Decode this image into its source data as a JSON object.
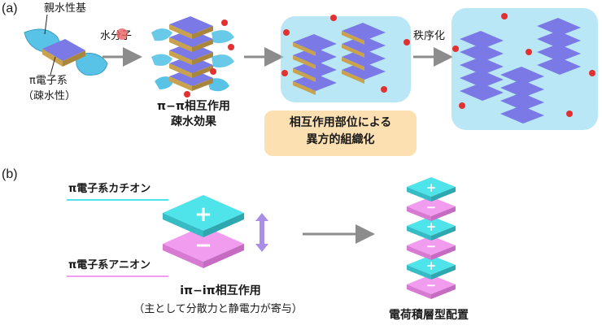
{
  "panel_a": {
    "label": "(a)",
    "hydrophilic_label": "親水性基",
    "pi_system_label_line1": "π電子系",
    "pi_system_label_line2": "（疎水性）",
    "water_molecule_label": "水分子",
    "stack_caption_line1": "π−π相互作用",
    "stack_caption_line2": "疎水効果",
    "highlight_line1": "相互作用部位による",
    "highlight_line2": "異方的組織化",
    "ordering_label": "秩序化"
  },
  "panel_b": {
    "label": "(b)",
    "cation_label": "π電子系カチオン",
    "anion_label": "π電子系アニオン",
    "plus_sign": "+",
    "minus_sign": "−",
    "interaction_line1": "iπ−iπ相互作用",
    "interaction_line2": "（主として分散力と静電力が寄与）",
    "result_label": "電荷積層型配置"
  },
  "colors": {
    "cation": "#4fe3ea",
    "anion": "#f29cf0",
    "pi_core": "#7a79e6",
    "side_group": "#58c3e6",
    "core_edge": "#c9a24e",
    "arrow_gray": "#8c8c8c",
    "highlight_bg": "#fce0b2",
    "water_oxygen": "#e33030"
  }
}
